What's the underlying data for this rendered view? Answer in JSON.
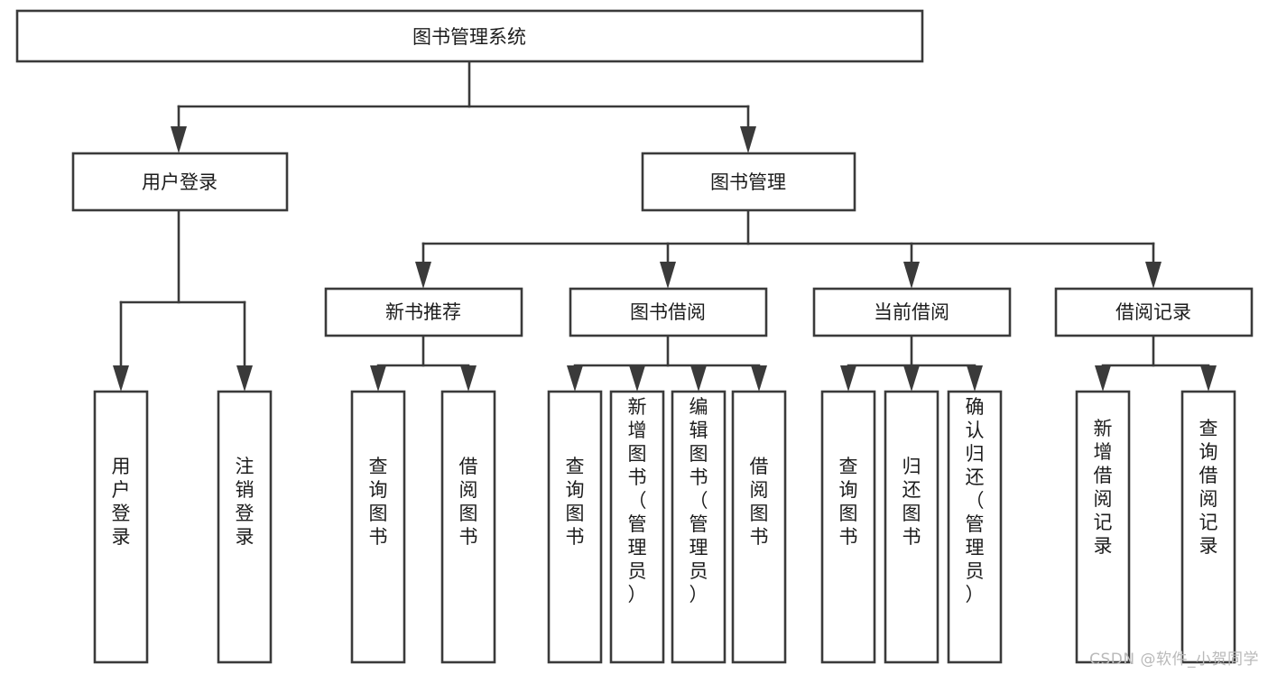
{
  "diagram": {
    "title": "图书管理系统",
    "type": "tree",
    "watermark": "CSDN @软件_小贺同学",
    "colors": {
      "stroke": "#3a3a3a",
      "box_fill": "#ffffff",
      "text": "#1c1c1c",
      "background": "#ffffff",
      "watermark": "#b9b9b9"
    },
    "nodes": {
      "root": {
        "label": "图书管理系统"
      },
      "level2": [
        {
          "id": "user-login",
          "label": "用户登录"
        },
        {
          "id": "book-manage",
          "label": "图书管理"
        }
      ],
      "level3": [
        {
          "id": "new-book-recommend",
          "label": "新书推荐"
        },
        {
          "id": "book-borrow",
          "label": "图书借阅"
        },
        {
          "id": "current-borrow",
          "label": "当前借阅"
        },
        {
          "id": "borrow-record",
          "label": "借阅记录"
        }
      ],
      "leaves": {
        "user-login": [
          {
            "id": "leaf-user-login",
            "label": "用户登录"
          },
          {
            "id": "leaf-user-logout",
            "label": "注销登录"
          }
        ],
        "new-book-recommend": [
          {
            "id": "leaf-query-book-1",
            "label": "查询图书"
          },
          {
            "id": "leaf-borrow-book-1",
            "label": "借阅图书"
          }
        ],
        "book-borrow": [
          {
            "id": "leaf-query-book-2",
            "label": "查询图书"
          },
          {
            "id": "leaf-add-book",
            "label": "新增图书（管理员）"
          },
          {
            "id": "leaf-edit-book",
            "label": "编辑图书（管理员）"
          },
          {
            "id": "leaf-borrow-book-2",
            "label": "借阅图书"
          }
        ],
        "current-borrow": [
          {
            "id": "leaf-query-book-3",
            "label": "查询图书"
          },
          {
            "id": "leaf-return-book",
            "label": "归还图书"
          },
          {
            "id": "leaf-confirm-return",
            "label": "确认归还（管理员）"
          }
        ],
        "borrow-record": [
          {
            "id": "leaf-add-record",
            "label": "新增借阅记录"
          },
          {
            "id": "leaf-query-record",
            "label": "查询借阅记录"
          }
        ]
      }
    }
  }
}
